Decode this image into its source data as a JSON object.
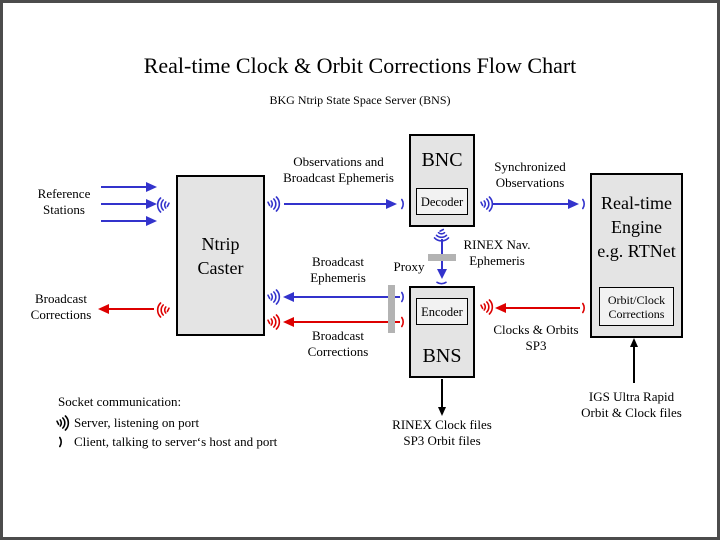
{
  "page": {
    "title": "Real-time Clock & Orbit Corrections Flow Chart",
    "subtitle": "BKG Ntrip State Space Server (BNS)"
  },
  "colors": {
    "observation_path_blue": "#3333cc",
    "correction_path_red": "#dd0000",
    "file_path_black": "#000000",
    "box_fill": "#e4e4e4",
    "proxy_bar_gray": "#b3b3b3",
    "frame_border": "#4c4c4c"
  },
  "boxes": {
    "ntrip_caster": {
      "label": "Ntrip\nCaster"
    },
    "bnc": {
      "label": "BNC",
      "sub_label": "Decoder"
    },
    "bns": {
      "label": "BNS",
      "sub_label": "Encoder"
    },
    "engine": {
      "label": "Real-time\nEngine\ne.g. RTNet",
      "sub_label": "Orbit/Clock\nCorrections"
    }
  },
  "labels": {
    "reference_stations": "Reference\nStations",
    "broadcast_corrections_left": "Broadcast\nCorrections",
    "observations_and_broadcast_ephemeris": "Observations and\nBroadcast Ephemeris",
    "synchronized_observations": "Synchronized\nObservations",
    "rinex_nav_ephemeris": "RINEX Nav.\nEphemeris",
    "broadcast_ephemeris": "Broadcast\nEphemeris",
    "proxy": "Proxy",
    "broadcast_corrections_mid": "Broadcast\nCorrections",
    "clocks_orbits_sp3": "Clocks & Orbits\nSP3",
    "igs_ultra_rapid": "IGS Ultra Rapid\nOrbit & Clock files",
    "rinex_clock_files": "RINEX Clock files\nSP3 Orbit files"
  },
  "legend": {
    "heading": "Socket communication:",
    "server_icon": "server-socket-icon (three radiating arcs)",
    "server": "Server, listening on port",
    "client_icon": "client-socket-icon (single arc)",
    "client": "Client, talking to server‘s host and port"
  }
}
